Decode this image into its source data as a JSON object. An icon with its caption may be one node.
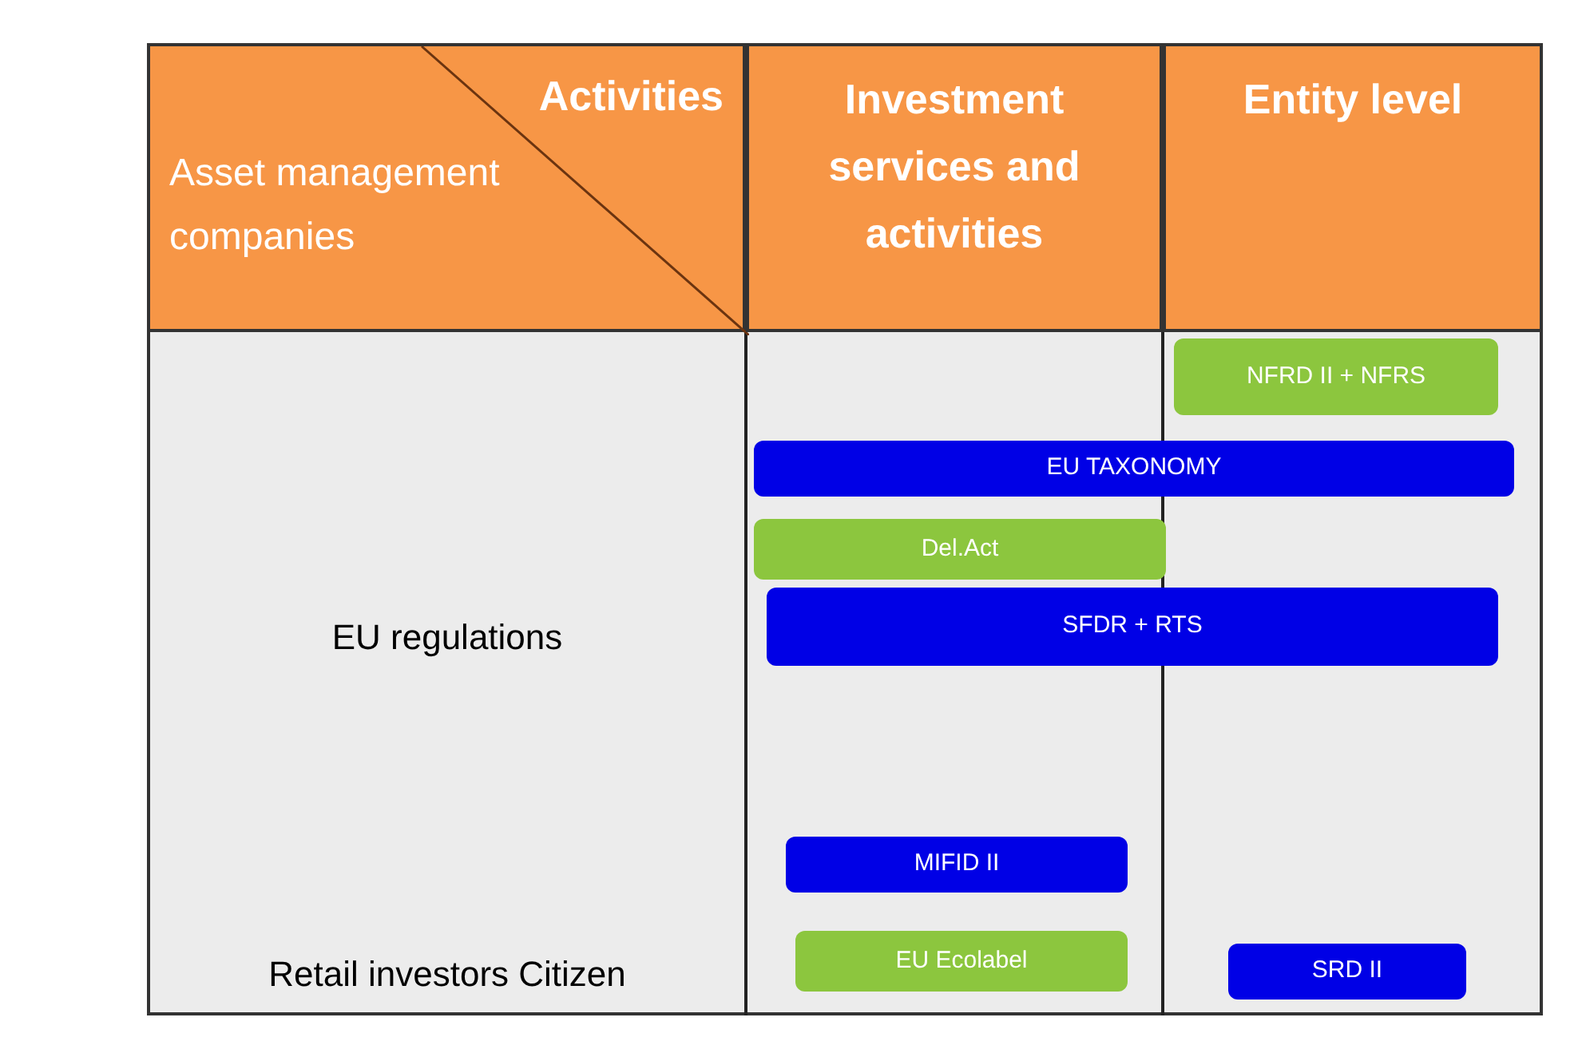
{
  "diagram": {
    "nodes": [
      {
        "text": [
          "Activities",
          "Asset management companies"
        ]
      },
      {
        "text": [
          "Investment services and activities"
        ]
      },
      {
        "text": [
          "Entity level"
        ]
      },
      {
        "text": [
          "NFRD II + NFRS"
        ]
      },
      {
        "text": [
          "EU TAXONOMY"
        ]
      },
      {
        "text": [
          "Del.Act"
        ]
      },
      {
        "text": [
          "SFDR + RTS"
        ]
      },
      {
        "text": [
          "MIFID II"
        ]
      },
      {
        "text": [
          "EU Ecolabel"
        ]
      },
      {
        "text": [
          "SRD II"
        ]
      }
    ],
    "labels": [
      "EU regulations",
      "Retail investors Citizen"
    ]
  }
}
